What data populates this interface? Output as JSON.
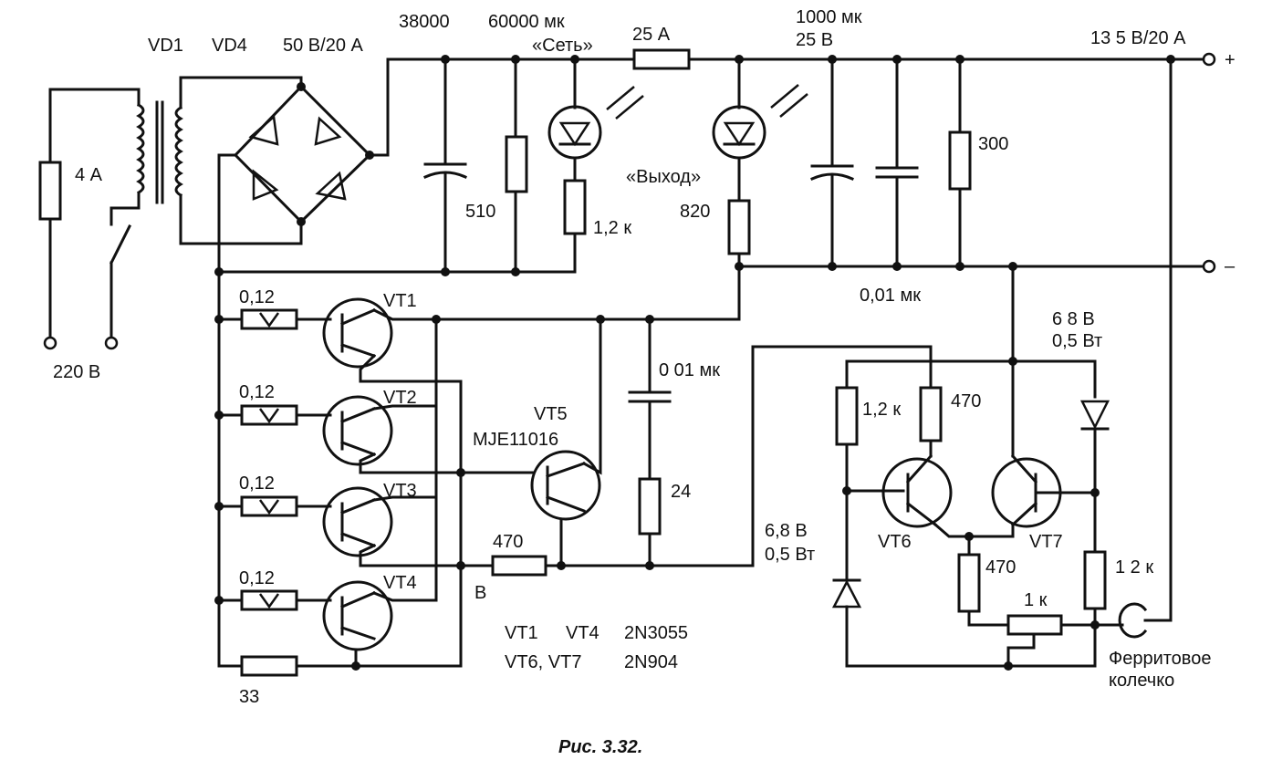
{
  "title": "Рис. 3.32.",
  "labels": {
    "vd1": "VD1",
    "vd4": "VD4",
    "bridge_rating": "50 В/20 А",
    "cap_38000": "38000",
    "cap_60000": "60000 мк",
    "led_net": "«Сеть»",
    "fuse_25a": "25 А",
    "cap_1000": "1000 мк",
    "cap_1000_v": "25 В",
    "output_rating": "13 5 В/20 А",
    "plus": "+",
    "minus": "–",
    "fuse_4a": "4 А",
    "mains": "220 В",
    "r510": "510",
    "r1_2k_led": "1,2 к",
    "led_out": "«Выход»",
    "r820": "820",
    "r300": "300",
    "c001_out": "0,01 мк",
    "vt1": "VT1",
    "vt2": "VT2",
    "vt3": "VT3",
    "vt4": "VT4",
    "r012_1": "0,12",
    "r012_2": "0,12",
    "r012_3": "0,12",
    "r012_4": "0,12",
    "r33": "33",
    "vt5": "VT5",
    "vt5_type": "MJE11016",
    "c001_mid": "0 01 мк",
    "r24": "24",
    "r470_b": "470",
    "node_b": "B",
    "zener1_v": "6 8 В",
    "zener1_p": "0,5 Вт",
    "r1_2k_left": "1,2 к",
    "r470_vt6": "470",
    "vt6": "VT6",
    "vt7": "VT7",
    "zener2_v": "6,8 В",
    "zener2_p": "0,5 Вт",
    "r470_emit": "470",
    "r1k_pot": "1 к",
    "r1_2k_right": "1 2 к",
    "ferrite1": "Ферритовое",
    "ferrite2": "колечко",
    "parts1_a": "VT1",
    "parts1_b": "VT4",
    "parts1_c": "2N3055",
    "parts2_a": "VT6, VT7",
    "parts2_c": "2N904"
  }
}
